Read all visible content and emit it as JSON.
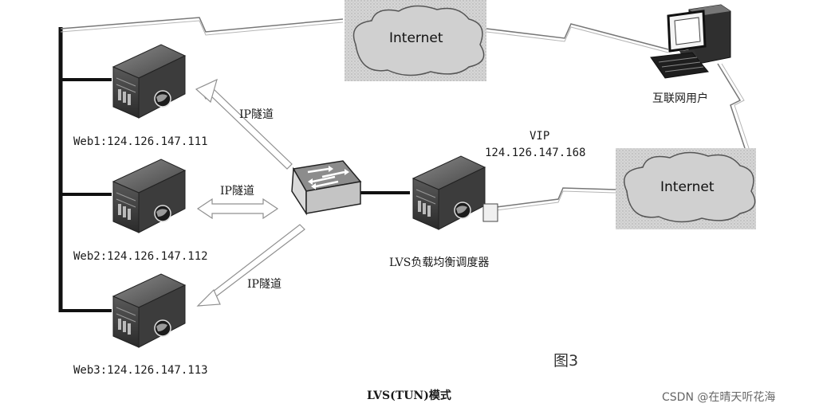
{
  "clouds": {
    "top": "Internet",
    "right": "Internet"
  },
  "client": {
    "label": "互联网用户"
  },
  "vip": {
    "label": "VIP",
    "address": "124.126.147.168"
  },
  "balancer": {
    "label": "LVS负载均衡调度器"
  },
  "servers": [
    {
      "label": "Web1:124.126.147.111"
    },
    {
      "label": "Web2:124.126.147.112"
    },
    {
      "label": "Web3:124.126.147.113"
    }
  ],
  "tunnels": [
    {
      "label": "IP隧道"
    },
    {
      "label": "IP隧道"
    },
    {
      "label": "IP隧道"
    }
  ],
  "figure": {
    "number": "图3",
    "caption": "LVS(TUN)模式"
  },
  "watermark": "CSDN @在晴天听花海",
  "icons": [
    "server-icon",
    "switch-icon",
    "computer-icon",
    "cloud-icon",
    "tunnel-arrow"
  ]
}
